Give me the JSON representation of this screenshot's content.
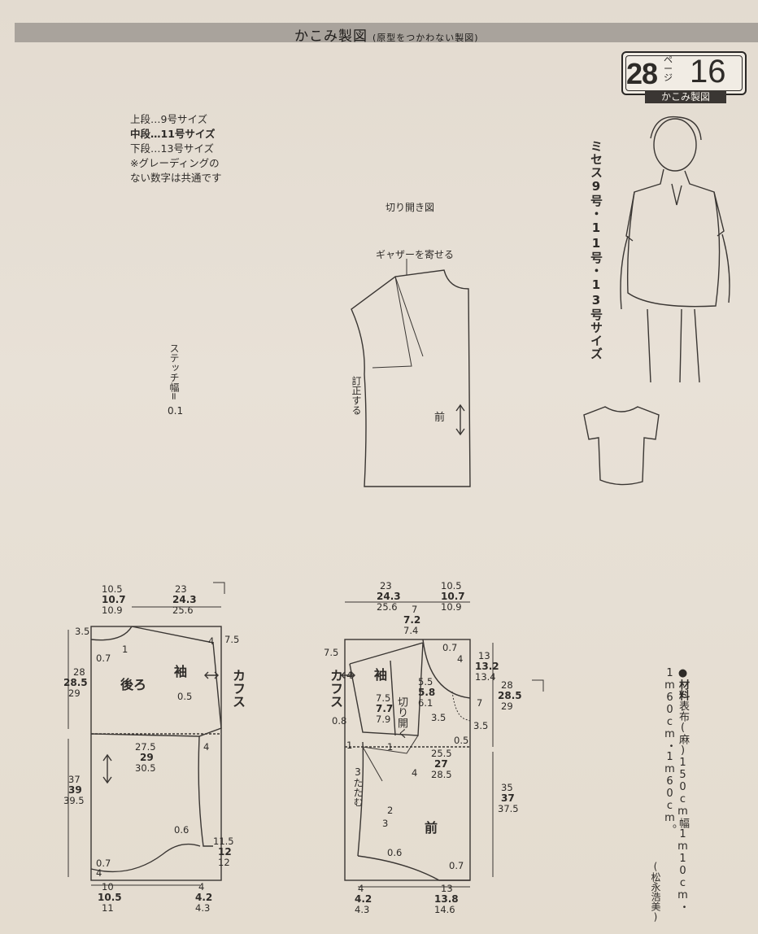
{
  "header": {
    "title": "かこみ製図",
    "subtitle": "(原型をつかわない製図)"
  },
  "badge": {
    "page": "28",
    "page_unit": "ページ",
    "number": "16",
    "caption": "かこみ製図"
  },
  "sizes_vertical": "ミセス9号・11号・13号サイズ",
  "legend": {
    "line1": "上段…9号サイズ",
    "line2": "中段…11号サイズ",
    "line3": "下段…13号サイズ",
    "line4": "※グレーディングの",
    "line5": "ない数字は共通です"
  },
  "slash_diagram": {
    "title": "切り開き図",
    "gather": "ギャザーを寄せる",
    "correct": "訂正する",
    "front": "前"
  },
  "stitch": {
    "label": "ステッチ幅",
    "value": "0.1"
  },
  "back_pattern": {
    "sleeve": "袖",
    "back": "後ろ",
    "cuff": "カフス",
    "top_left": [
      "10.5",
      "10.7",
      "10.9"
    ],
    "top_right": [
      "23",
      "24.3",
      "25.6"
    ],
    "upper_height": [
      "28",
      "28.5",
      "29"
    ],
    "lower_height": [
      "37",
      "39",
      "39.5"
    ],
    "chest": [
      "27.5",
      "29",
      "30.5"
    ],
    "hem_left": [
      "10",
      "10.5",
      "11"
    ],
    "hem_right": [
      "4",
      "4.2",
      "4.3"
    ],
    "side_slit": [
      "11.5",
      "12",
      "12"
    ],
    "small": {
      "a": "3.5",
      "b": "0.7",
      "c": "1",
      "d": "4",
      "e": "7.5",
      "f": "0.5",
      "g": "4",
      "h": "0.6",
      "i": "0.7",
      "j": "4"
    }
  },
  "front_pattern": {
    "sleeve": "袖",
    "front": "前",
    "cuff": "カフス",
    "slash": "切り開く",
    "fold": "3たたむ",
    "top_left": [
      "23",
      "24.3",
      "25.6"
    ],
    "top_right": [
      "10.5",
      "10.7",
      "10.9"
    ],
    "neck": [
      "7",
      "7.2",
      "7.4"
    ],
    "upper_height": [
      "28",
      "28.5",
      "29"
    ],
    "lower_height": [
      "35",
      "37",
      "37.5"
    ],
    "shoulder": [
      "13",
      "13.2",
      "13.4"
    ],
    "sleeve_cut": [
      "7.5",
      "7.7",
      "7.9"
    ],
    "placket": [
      "5.5",
      "5.8",
      "6.1"
    ],
    "chest": [
      "25.5",
      "27",
      "28.5"
    ],
    "hem_left": [
      "4",
      "4.2",
      "4.3"
    ],
    "hem_right": [
      "13",
      "13.8",
      "14.6"
    ],
    "small": {
      "a": "7.5",
      "b": "0.7",
      "c": "4",
      "d": "4",
      "e": "0.8",
      "f": "1",
      "g": "3.5",
      "h": "3.5",
      "i": "0.5",
      "j": "7",
      "k": "1",
      "l": "4",
      "m": "3",
      "n": "0.6",
      "o": "0.7",
      "p": "2"
    }
  },
  "materials": {
    "heading": "●材料",
    "text": "表布(麻)150cm幅1m10cm・1m60cm・1m60cm。",
    "credit": "(松永浩美)"
  }
}
